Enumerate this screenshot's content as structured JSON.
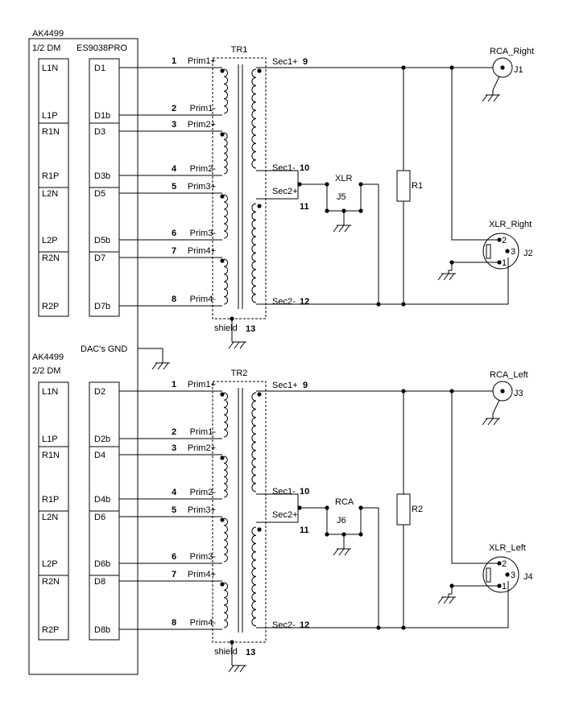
{
  "module": {
    "chip1": "AK4499",
    "half_top": "1/2 DM",
    "half_bottom": "2/2 DM",
    "chip2": "ES9038PRO",
    "dac_gnd": "DAC's GND"
  },
  "sections": [
    {
      "transformer": "TR1",
      "ak_pins": [
        "L1N",
        "L1P",
        "R1N",
        "R1P",
        "L2N",
        "L2P",
        "R2N",
        "R2P"
      ],
      "es_pins": [
        "D1",
        "D1b",
        "D3",
        "D3b",
        "D5",
        "D5b",
        "D7",
        "D7b"
      ],
      "prim": [
        {
          "num": "1",
          "label": "Prim1+"
        },
        {
          "num": "2",
          "label": "Prim1-"
        },
        {
          "num": "3",
          "label": "Prim2+"
        },
        {
          "num": "4",
          "label": "Prim2-"
        },
        {
          "num": "5",
          "label": "Prim3+"
        },
        {
          "num": "6",
          "label": "Prim3-"
        },
        {
          "num": "7",
          "label": "Prim4+"
        },
        {
          "num": "8",
          "label": "Prim4-"
        }
      ],
      "sec1p": {
        "label": "Sec1+",
        "num": "9"
      },
      "sec1m": {
        "label": "Sec1-",
        "num": "10"
      },
      "sec2p": {
        "label": "Sec2+",
        "num": "11"
      },
      "sec2m": {
        "label": "Sec2-",
        "num": "12"
      },
      "shield": {
        "label": "shield",
        "num": "13"
      },
      "jumper_label": "XLR",
      "jumper_ref": "J5",
      "resistor": "R1",
      "rca": {
        "label": "RCA_Right",
        "ref": "J1"
      },
      "xlr": {
        "label": "XLR_Right",
        "ref": "J2",
        "pins": [
          "2",
          "3",
          "1"
        ]
      }
    },
    {
      "transformer": "TR2",
      "ak_pins": [
        "L1N",
        "L1P",
        "R1N",
        "R1P",
        "L2N",
        "L2P",
        "R2N",
        "R2P"
      ],
      "es_pins": [
        "D2",
        "D2b",
        "D4",
        "D4b",
        "D6",
        "D6b",
        "D8",
        "D8b"
      ],
      "prim": [
        {
          "num": "1",
          "label": "Prim1+"
        },
        {
          "num": "2",
          "label": "Prim1-"
        },
        {
          "num": "3",
          "label": "Prim2+"
        },
        {
          "num": "4",
          "label": "Prim2-"
        },
        {
          "num": "5",
          "label": "Prim3+"
        },
        {
          "num": "6",
          "label": "Prim3-"
        },
        {
          "num": "7",
          "label": "Prim4+"
        },
        {
          "num": "8",
          "label": "Prim4-"
        }
      ],
      "sec1p": {
        "label": "Sec1+",
        "num": "9"
      },
      "sec1m": {
        "label": "Sec1-",
        "num": "10"
      },
      "sec2p": {
        "label": "Sec2+",
        "num": "11"
      },
      "sec2m": {
        "label": "Sec2-",
        "num": "12"
      },
      "shield": {
        "label": "shield",
        "num": "13"
      },
      "jumper_label": "RCA",
      "jumper_ref": "J6",
      "resistor": "R2",
      "rca": {
        "label": "RCA_Left",
        "ref": "J3"
      },
      "xlr": {
        "label": "XLR_Left",
        "ref": "J4",
        "pins": [
          "2",
          "3",
          "1"
        ]
      }
    }
  ]
}
